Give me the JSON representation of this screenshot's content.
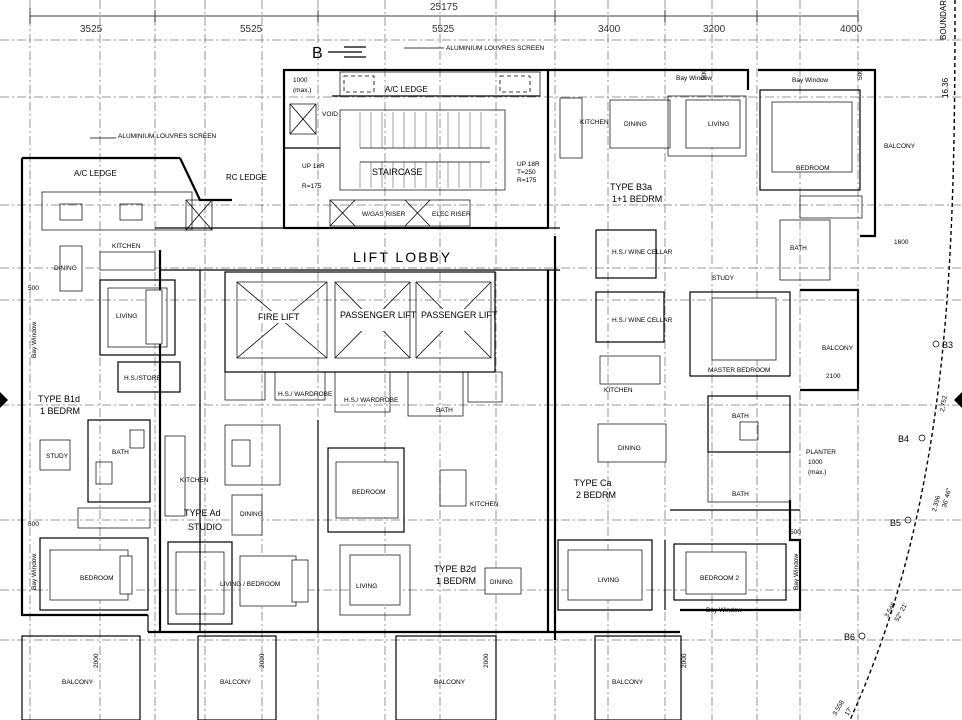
{
  "dimensions": {
    "overall": "25175",
    "bays": [
      "3525",
      "5525",
      "5525",
      "3400",
      "3200",
      "4000"
    ]
  },
  "section_marker": "B",
  "boundary": {
    "label": "BOUNDAR",
    "segment_length": "16.36",
    "points": [
      "B3",
      "B4",
      "B5",
      "B6"
    ],
    "bearings": [
      "2.752",
      "2.396",
      "3.546",
      "3.558",
      "36' 46\"",
      "52° 21'",
      "17'"
    ]
  },
  "notes": {
    "louvres_top": "ALUMINIUM LOUVRES SCREEN",
    "louvres_left": "ALUMINIUM LOUVRES SCREEN",
    "ac_ledge": "A/C LEDGE",
    "ac_ledge_left": "A/C LEDGE",
    "rc_ledge": "RC LEDGE",
    "max1000": "1000\n(max.)",
    "max1000_a": "1000",
    "max_label": "(max.)",
    "void": "VOID",
    "staircase": "STAIRCASE",
    "riser_up_a": "UP 18R",
    "riser_up_b": "R=175",
    "riser_up_c": "UP 18R",
    "riser_up_d": "T=250",
    "riser_up_e": "R=175",
    "wgas": "W/GAS RISER",
    "elec": "ELEC RISER",
    "lift_lobby": "LIFT LOBBY",
    "fire_lift": "FIRE LIFT",
    "passenger_lift_1": "PASSENGER LIFT",
    "passenger_lift_2": "PASSENGER LIFT",
    "dim_100": "100",
    "dim_500": "500",
    "dim_1600": "1600",
    "dim_2100": "2100",
    "dim_2000": "2000",
    "planter": "PLANTER\n1000\n(max.)",
    "planter_a": "PLANTER",
    "planter_b": "1000",
    "planter_c": "(max.)",
    "bay_window": "Bay Window"
  },
  "units": {
    "b1d": {
      "type": "TYPE B1d",
      "beds": "1 BEDRM",
      "rooms": [
        "DINING",
        "KITCHEN",
        "LIVING",
        "H.S./STORE",
        "STUDY",
        "BATH",
        "BEDROOM",
        "BALCONY"
      ]
    },
    "ad": {
      "type": "TYPE Ad",
      "beds": "STUDIO",
      "rooms": [
        "KITCHEN",
        "DINING",
        "LIVING / BEDROOM",
        "H.S./ WARDROBE",
        "BALCONY"
      ]
    },
    "b2d": {
      "type": "TYPE B2d",
      "beds": "1 BEDRM",
      "rooms": [
        "H.S./ WARDROBE",
        "BATH",
        "BEDROOM",
        "KITCHEN",
        "LIVING",
        "DINING",
        "BALCONY"
      ]
    },
    "b3a": {
      "type": "TYPE B3a",
      "beds": "1+1 BEDRM",
      "rooms": [
        "KITCHEN",
        "DINING",
        "LIVING",
        "BEDROOM",
        "BALCONY",
        "BATH",
        "STUDY"
      ]
    },
    "ca": {
      "type": "TYPE Ca",
      "beds": "2 BEDRM",
      "rooms": [
        "H.S./ WINE CELLAR",
        "H.S./ WINE CELLAR",
        "KITCHEN",
        "MASTER BEDROOM",
        "BALCONY",
        "BATH",
        "BATH",
        "DINING",
        "LIVING",
        "BEDROOM 2",
        "BALCONY"
      ]
    }
  }
}
